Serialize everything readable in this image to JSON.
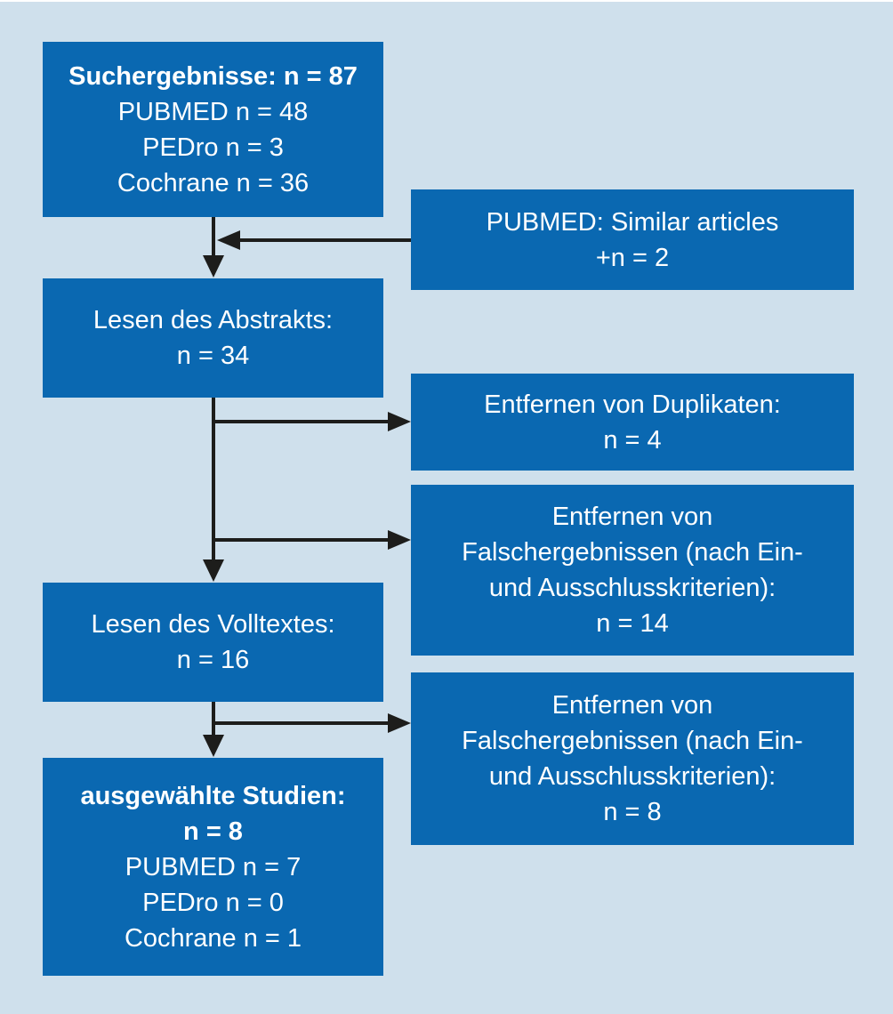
{
  "colors": {
    "background": "#cfe0ec",
    "box_fill": "#0a68b1",
    "box_text": "#ffffff",
    "connector": "#1d1d1b"
  },
  "boxes": {
    "search_results": {
      "lines": [
        "Suchergebnisse: n = 87",
        "PUBMED n = 48",
        "PEDro n = 3",
        "Cochrane n = 36"
      ]
    },
    "similar_articles": {
      "lines": [
        "PUBMED: Similar articles",
        "+n = 2"
      ]
    },
    "abstract_reading": {
      "lines": [
        "Lesen des Abstrakts:",
        "n = 34"
      ]
    },
    "duplicates_removed": {
      "lines": [
        "Entfernen von Duplikaten:",
        "n = 4"
      ]
    },
    "false_results_abstract": {
      "lines": [
        "Entfernen von",
        "Falschergebnissen (nach Ein-",
        "und Ausschlusskriterien):",
        "n = 14"
      ]
    },
    "fulltext_reading": {
      "lines": [
        "Lesen des Volltextes:",
        "n = 16"
      ]
    },
    "false_results_fulltext": {
      "lines": [
        "Entfernen von",
        "Falschergebnissen (nach Ein-",
        "und Ausschlusskriterien):",
        "n = 8"
      ]
    },
    "selected_studies": {
      "lines": [
        "ausgewählte Studien:",
        "n = 8",
        "PUBMED n = 7",
        "PEDro n = 0",
        "Cochrane n = 1"
      ]
    }
  }
}
